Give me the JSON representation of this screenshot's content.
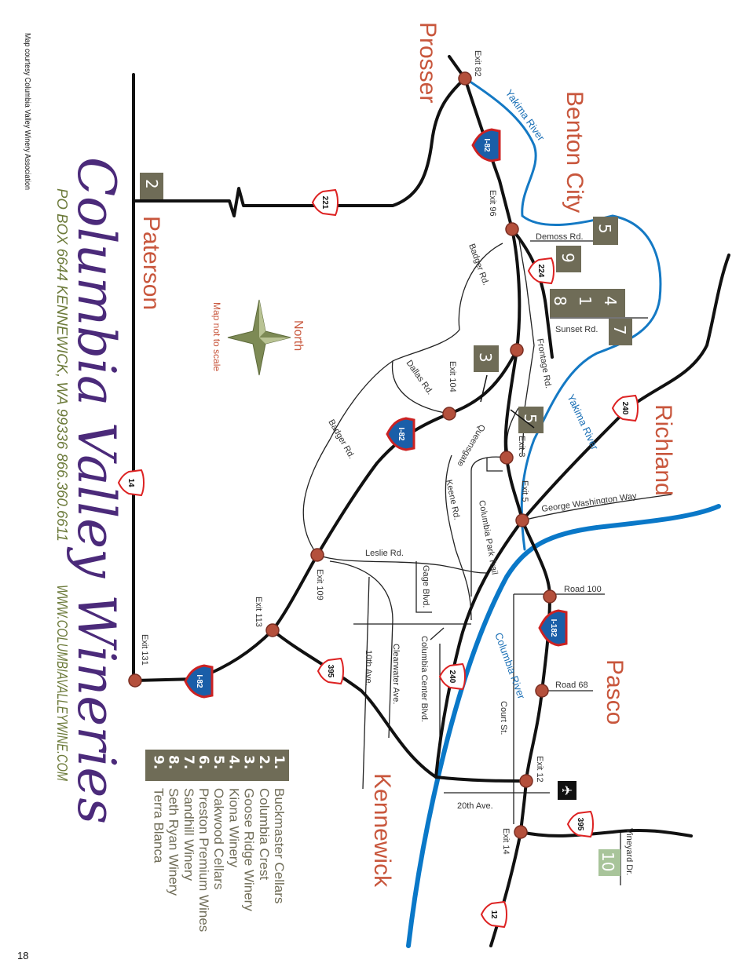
{
  "credit": "Map courtesy Columbia Valley Winery Association",
  "page_number": "18",
  "title": "Columbia Valley Wineries",
  "address": "PO BOX 6644  KENNEWICK, WA 99336  866.360.6611",
  "website": "WWW.COLUMBIAVALLEYWINE.COM",
  "compass": {
    "label": "North",
    "note": "Map not to scale"
  },
  "cities": {
    "prosser": "Prosser",
    "benton_city": "Benton City",
    "richland": "Richland",
    "paterson": "Paterson",
    "pasco": "Pasco",
    "kennewick": "Kennewick"
  },
  "rivers": {
    "yakima_1": "Yakima River",
    "yakima_2": "Yakima River",
    "columbia": "Columbia River"
  },
  "exits": {
    "e82": "Exit 82",
    "e96": "Exit 96",
    "e104": "Exit 104",
    "e109": "Exit 109",
    "e113": "Exit 113",
    "e131": "Exit 131",
    "e3": "Exit 3",
    "e5": "Exit 5",
    "e12": "Exit 12",
    "e14": "Exit 14"
  },
  "roads": {
    "demoss": "Demoss Rd.",
    "sunset": "Sunset Rd.",
    "badger_1": "Badger Rd.",
    "badger_2": "Badger Rd.",
    "frontage": "Frontage Rd.",
    "dallas": "Dallas Rd.",
    "queensgate": "Queensgate",
    "keene": "Keene Rd.",
    "gw_way": "George Washington Way",
    "park_trail": "Columbia Park Trail",
    "leslie": "Leslie Rd.",
    "gage": "Gage Blvd.",
    "road100": "Road 100",
    "center_blvd": "Columbia Center Blvd.",
    "clearwater": "Clearwater Ave.",
    "tenth": "10th Ave.",
    "road68": "Road 68",
    "court": "Court St.",
    "twentieth": "20th Ave.",
    "vineyard": "Vineyard Dr."
  },
  "shields": {
    "us221": "221",
    "us224": "224",
    "us240a": "240",
    "us240b": "240",
    "i82a": "I-82",
    "i82b": "I-82",
    "i82c": "I-82",
    "i182": "I-182",
    "us395a": "395",
    "us395b": "395",
    "us12": "12",
    "us14": "14"
  },
  "markers": {
    "m2": "2",
    "m5a": "5",
    "m9": "9",
    "m4": "4",
    "m1": "1",
    "m8": "8",
    "m7": "7",
    "m3": "3",
    "m5b": "5",
    "m10": "10"
  },
  "legend": [
    {
      "num": "1.",
      "name": "Buckmaster Cellars"
    },
    {
      "num": "2.",
      "name": "Columbia Crest"
    },
    {
      "num": "3.",
      "name": "Goose Ridge Winery"
    },
    {
      "num": "4.",
      "name": "Kiona Winery"
    },
    {
      "num": "5.",
      "name": "Oakwood Cellars"
    },
    {
      "num": "6.",
      "name": "Preston Premium Wines"
    },
    {
      "num": "7.",
      "name": "Sandhill Winery"
    },
    {
      "num": "8.",
      "name": "Seth Ryan Winery"
    },
    {
      "num": "9.",
      "name": "Terra Blanca"
    }
  ],
  "colors": {
    "city": "#c8563c",
    "river": "#1479c4",
    "marker": "#6f6c57",
    "marker10": "#a8c49a",
    "title": "#4b2a7a",
    "address": "#6c7a3a"
  }
}
